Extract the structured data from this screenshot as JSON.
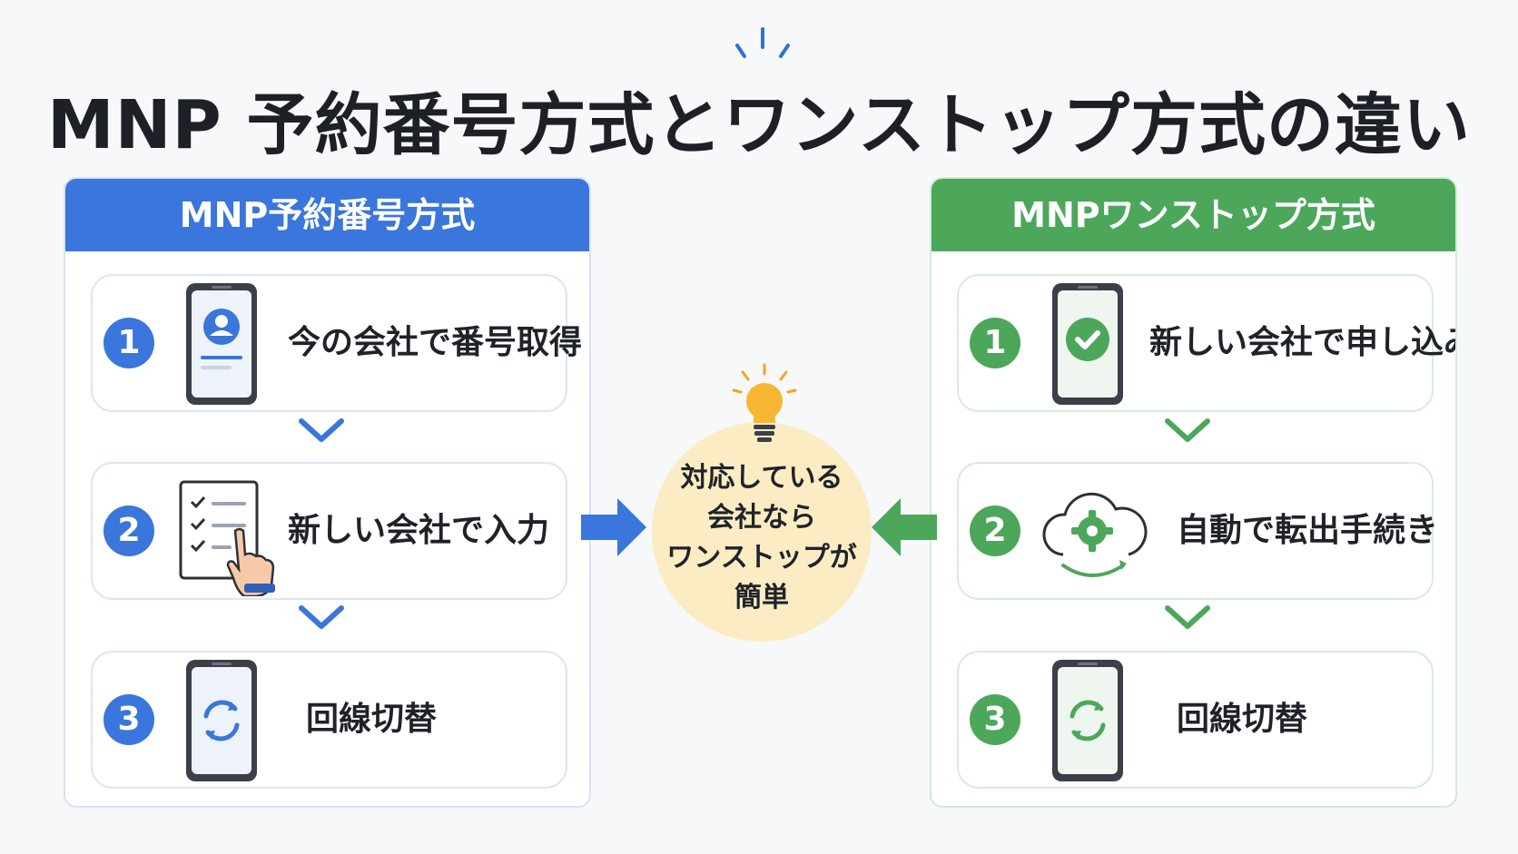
{
  "title": "MNP 予約番号方式とワンストップ方式の違い",
  "colors": {
    "blue": "#3a76db",
    "green": "#4da75b",
    "center": "#fcecc4"
  },
  "left_panel": {
    "header": "MNP予約番号方式",
    "steps": [
      {
        "number": "1",
        "label": "今の会社で番号取得",
        "icon": "phone-user-icon"
      },
      {
        "number": "2",
        "label": "新しい会社で入力",
        "icon": "checklist-hand-icon"
      },
      {
        "number": "3",
        "label": "回線切替",
        "icon": "phone-sync-icon"
      }
    ]
  },
  "right_panel": {
    "header": "MNPワンストップ方式",
    "steps": [
      {
        "number": "1",
        "label": "新しい会社で申し込み",
        "icon": "phone-check-icon"
      },
      {
        "number": "2",
        "label": "自動で転出手続き",
        "icon": "cloud-gear-icon"
      },
      {
        "number": "3",
        "label": "回線切替",
        "icon": "phone-sync-icon"
      }
    ]
  },
  "center": {
    "lines": [
      "対応している",
      "会社なら",
      "ワンストップが",
      "簡単"
    ],
    "icon": "lightbulb-icon"
  }
}
